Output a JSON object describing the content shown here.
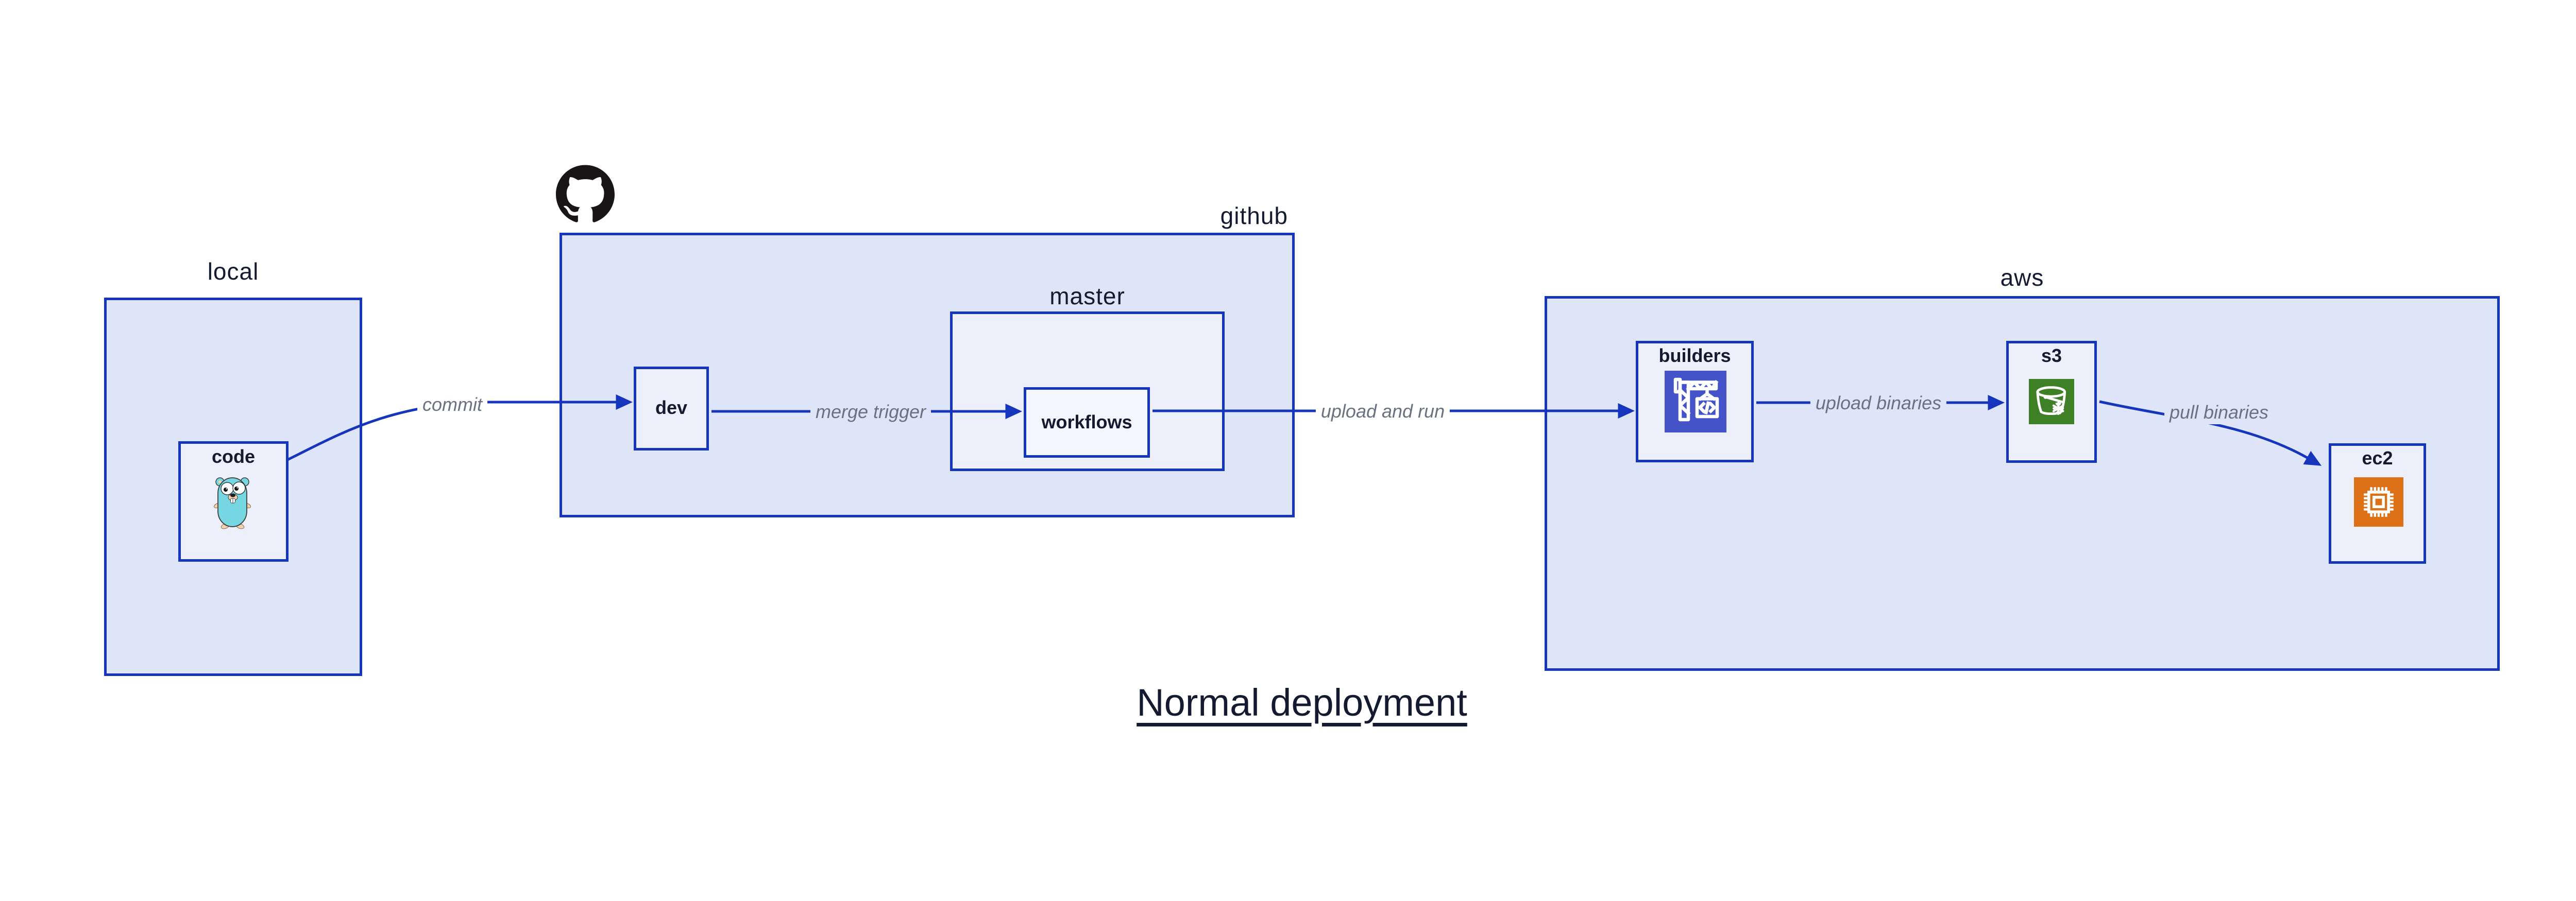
{
  "title": {
    "text": "Normal deployment"
  },
  "groups": {
    "local": {
      "label": "local"
    },
    "github": {
      "label": "github",
      "logo_icon": "github-octocat-icon"
    },
    "master": {
      "label": "master"
    },
    "aws": {
      "label": "aws"
    }
  },
  "nodes": {
    "code": {
      "label": "code",
      "icon": "go-gopher-icon"
    },
    "dev": {
      "label": "dev"
    },
    "workflows": {
      "label": "workflows"
    },
    "builders": {
      "label": "builders",
      "icon": "codebuild-crane-icon"
    },
    "s3": {
      "label": "s3",
      "icon": "s3-bucket-snowflake-icon"
    },
    "ec2": {
      "label": "ec2",
      "icon": "ec2-chip-icon"
    }
  },
  "edges": [
    {
      "id": "commit",
      "from": "code",
      "to": "dev",
      "label": "commit"
    },
    {
      "id": "merge-trigger",
      "from": "dev",
      "to": "workflows",
      "label": "merge trigger"
    },
    {
      "id": "upload-and-run",
      "from": "workflows",
      "to": "builders",
      "label": "upload and run"
    },
    {
      "id": "upload-binaries",
      "from": "builders",
      "to": "s3",
      "label": "upload binaries"
    },
    {
      "id": "pull-binaries",
      "from": "s3",
      "to": "ec2",
      "label": "pull binaries"
    }
  ],
  "colors": {
    "line_blue": "#1535bd",
    "group_fill": "#dfe5f9",
    "node_fill": "#edf0fb",
    "inner_node_fill": "#f4f6fd",
    "text_dark": "#141a2f",
    "edge_label_gray": "#6a7180",
    "builders_icon_bg": "#4453c8",
    "s3_icon_bg": "#3e8026",
    "ec2_icon_bg": "#dd7118",
    "octocat_black": "#191516",
    "gopher_teal": "#76d6e2"
  }
}
